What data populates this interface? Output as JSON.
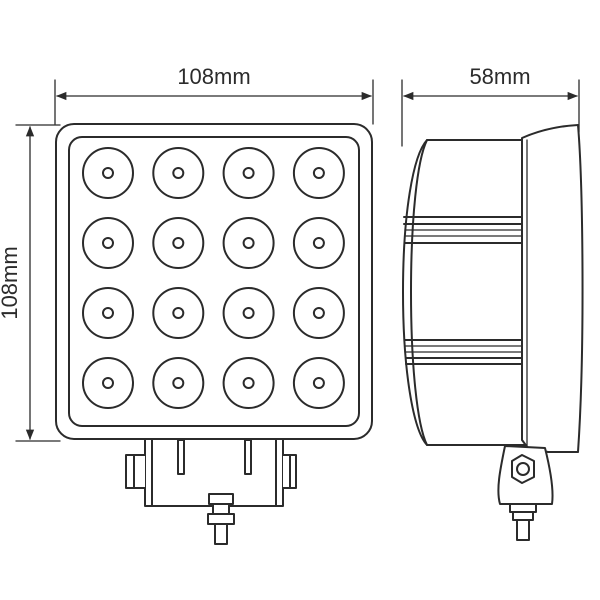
{
  "front_view": {
    "width_label": "108mm",
    "height_label": "108mm",
    "led_rows": 4,
    "led_cols": 4
  },
  "side_view": {
    "depth_label": "58mm"
  },
  "colors": {
    "line": "#2b2b2b",
    "background": "#ffffff"
  }
}
